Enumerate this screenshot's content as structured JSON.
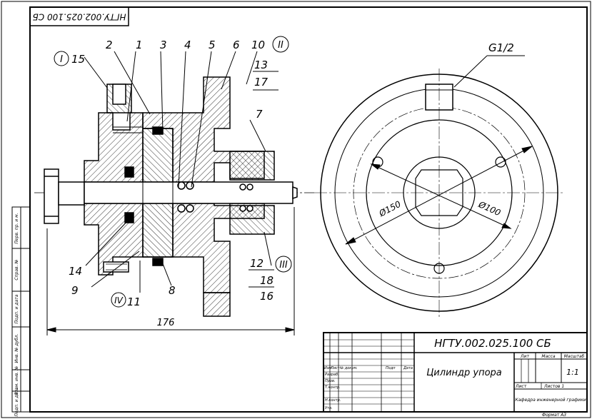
{
  "stamp_code": "НГТУ.002.025.100 СБ",
  "part_numbers": [
    "1",
    "2",
    "3",
    "4",
    "5",
    "6",
    "7",
    "8",
    "9",
    "10",
    "11",
    "12",
    "13",
    "14",
    "15",
    "16",
    "17",
    "18"
  ],
  "roman_marks": [
    "I",
    "II",
    "III",
    "IV"
  ],
  "thread_label": "G1/2",
  "dimension_length": "176",
  "dimension_d150": "Ø150",
  "dimension_d100": "Ø100",
  "title_block": {
    "designation": "НГТУ.002.025.100 СБ",
    "title": "Цилиндр упора",
    "scale": "1:1",
    "lit_header": "Лит",
    "mass_header": "Масса",
    "scale_header": "Масштаб",
    "sheet": "Лист",
    "sheets": "Листов 1",
    "org": "Кафедра инженерной графики",
    "format": "Формат А3",
    "row_headers": [
      "Изм",
      "Лист",
      "№ докум.",
      "Подп",
      "Дата"
    ],
    "roles": [
      "Разраб.",
      "Пров.",
      "Т.контр.",
      "Н.контр.",
      "Утв."
    ]
  },
  "side_strip": [
    "Перв. пр. и м.",
    "Справ. №",
    "Подп. и дата",
    "Инв. № дубл.",
    "Взам. инв. №",
    "Подп. и дата",
    "Инв. № подл."
  ]
}
